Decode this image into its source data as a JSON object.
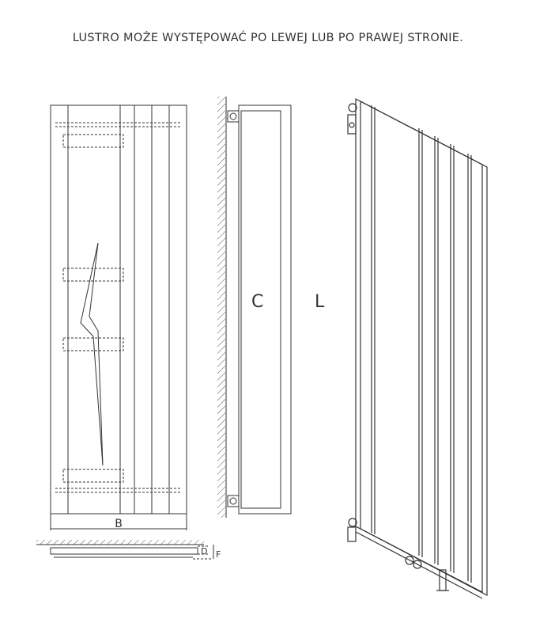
{
  "caption": "LUSTRO MOŻE WYSTĘPOWAĆ PO LEWEJ LUB PO PRAWEJ STRONIE.",
  "labels": {
    "b": "B",
    "c": "C",
    "l": "L",
    "d": "D",
    "f": "F"
  },
  "colors": {
    "line": "#333333",
    "hatch": "#555555"
  }
}
